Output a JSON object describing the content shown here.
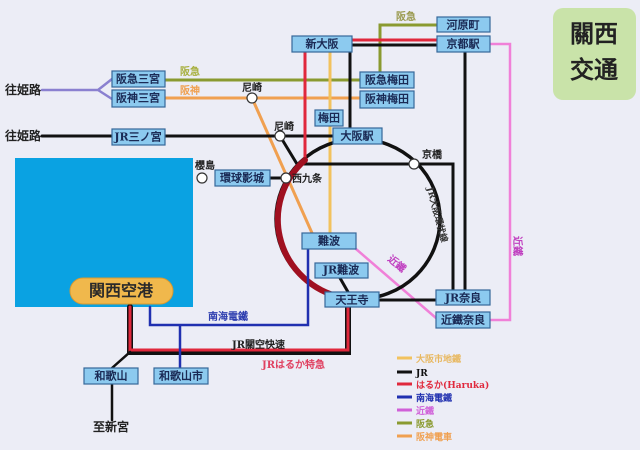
{
  "title": [
    "關西",
    "交通"
  ],
  "airport": "関西空港",
  "stations": {
    "shin_osaka": "新大阪",
    "kawaramachi": "河原町",
    "kyoto": "京都駅",
    "hankyu_sannomiya": "阪急三宮",
    "hanshin_sannomiya": "阪神三宮",
    "hankyu_umeda": "阪急梅田",
    "hanshin_umeda": "阪神梅田",
    "umeda": "梅田",
    "osaka": "大阪駅",
    "jr_sannomiya": "JR三ノ宮",
    "usj": "環球影城",
    "namba": "難波",
    "jr_namba": "JR難波",
    "tennoji": "天王寺",
    "jr_nara": "JR奈良",
    "kintetsu_nara": "近鐵奈良",
    "wakayama": "和歌山",
    "wakayamashi": "和歌山市"
  },
  "points": {
    "amagasaki_hanshin": "尼崎",
    "amagasaki_jr": "尼崎",
    "sakurajima": "櫻島",
    "nishikujo": "西九条",
    "kyobashi": "京橋",
    "to_himeji_1": "往姫路",
    "to_himeji_2": "往姫路",
    "to_shingu": "至新宮"
  },
  "line_labels": {
    "hankyu_west": "阪急",
    "hanshin_west": "阪神",
    "hankyu_kyoto": "阪急",
    "loop": "JR大阪環状線",
    "kintetsu_kyoto": "近鐵",
    "kintetsu_nara": "近鐵",
    "nankai": "南海電鐵",
    "jr_kanku": "JR關空快速",
    "haruka": "JRはるか特急"
  },
  "legend": [
    {
      "label": "大阪市地鐵",
      "color": "#f2c25e"
    },
    {
      "label": "JR",
      "color": "#111111"
    },
    {
      "label": "はるか(Haruka)",
      "color": "#e0283c"
    },
    {
      "label": "南海電鐵",
      "color": "#2030b0"
    },
    {
      "label": "近鐵",
      "color": "#d060d8"
    },
    {
      "label": "阪急",
      "color": "#8a9a30"
    },
    {
      "label": "阪神電車",
      "color": "#f0a050"
    }
  ],
  "colors": {
    "jr": "#111111",
    "haruka": "#e0283c",
    "nankai": "#2030b0",
    "kintetsu": "#f080d8",
    "hankyu": "#8a9a30",
    "hanshin": "#f0a050",
    "subway": "#f2c25e",
    "himeji": "#8a80d0"
  }
}
